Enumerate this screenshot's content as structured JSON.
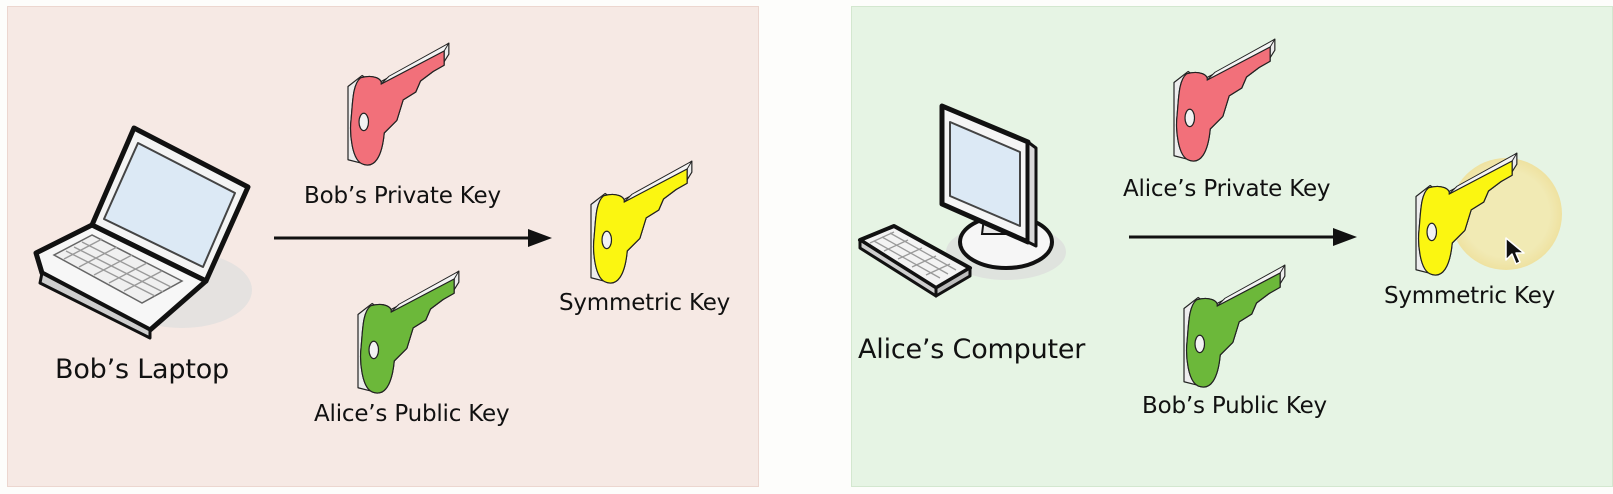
{
  "left_panel": {
    "device_label": "Bob’s Laptop",
    "private_key_label": "Bob’s Private Key",
    "public_key_label": "Alice’s Public Key",
    "symmetric_key_label": "Symmetric Key"
  },
  "right_panel": {
    "device_label": "Alice’s Computer",
    "private_key_label": "Alice’s Private Key",
    "public_key_label": "Bob’s Public Key",
    "symmetric_key_label": "Symmetric Key"
  },
  "colors": {
    "left_background": "#f6e9e4",
    "right_background": "#e6f4e4",
    "private_key": "#f2707a",
    "public_key": "#6cb83a",
    "symmetric_key": "#fbf611",
    "cursor_highlight": "#f3d46a"
  },
  "icons": {
    "laptop": "laptop-icon",
    "desktop": "desktop-computer-icon",
    "key": "key-icon",
    "arrow": "arrow-right-icon",
    "cursor": "mouse-cursor-icon"
  }
}
